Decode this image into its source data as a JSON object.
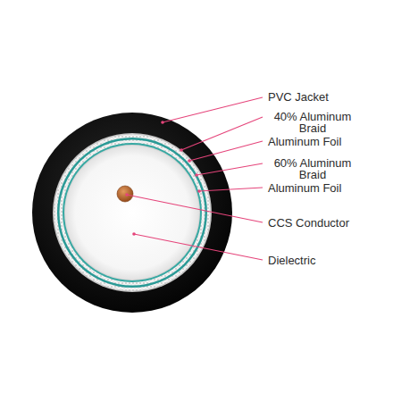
{
  "diagram": {
    "labels": [
      "PVC Jacket",
      "40% Aluminum Braid",
      "Aluminum Foil",
      "60% Aluminum Braid",
      "Aluminum Foil",
      "CCS Conductor",
      "Dielectric"
    ]
  }
}
